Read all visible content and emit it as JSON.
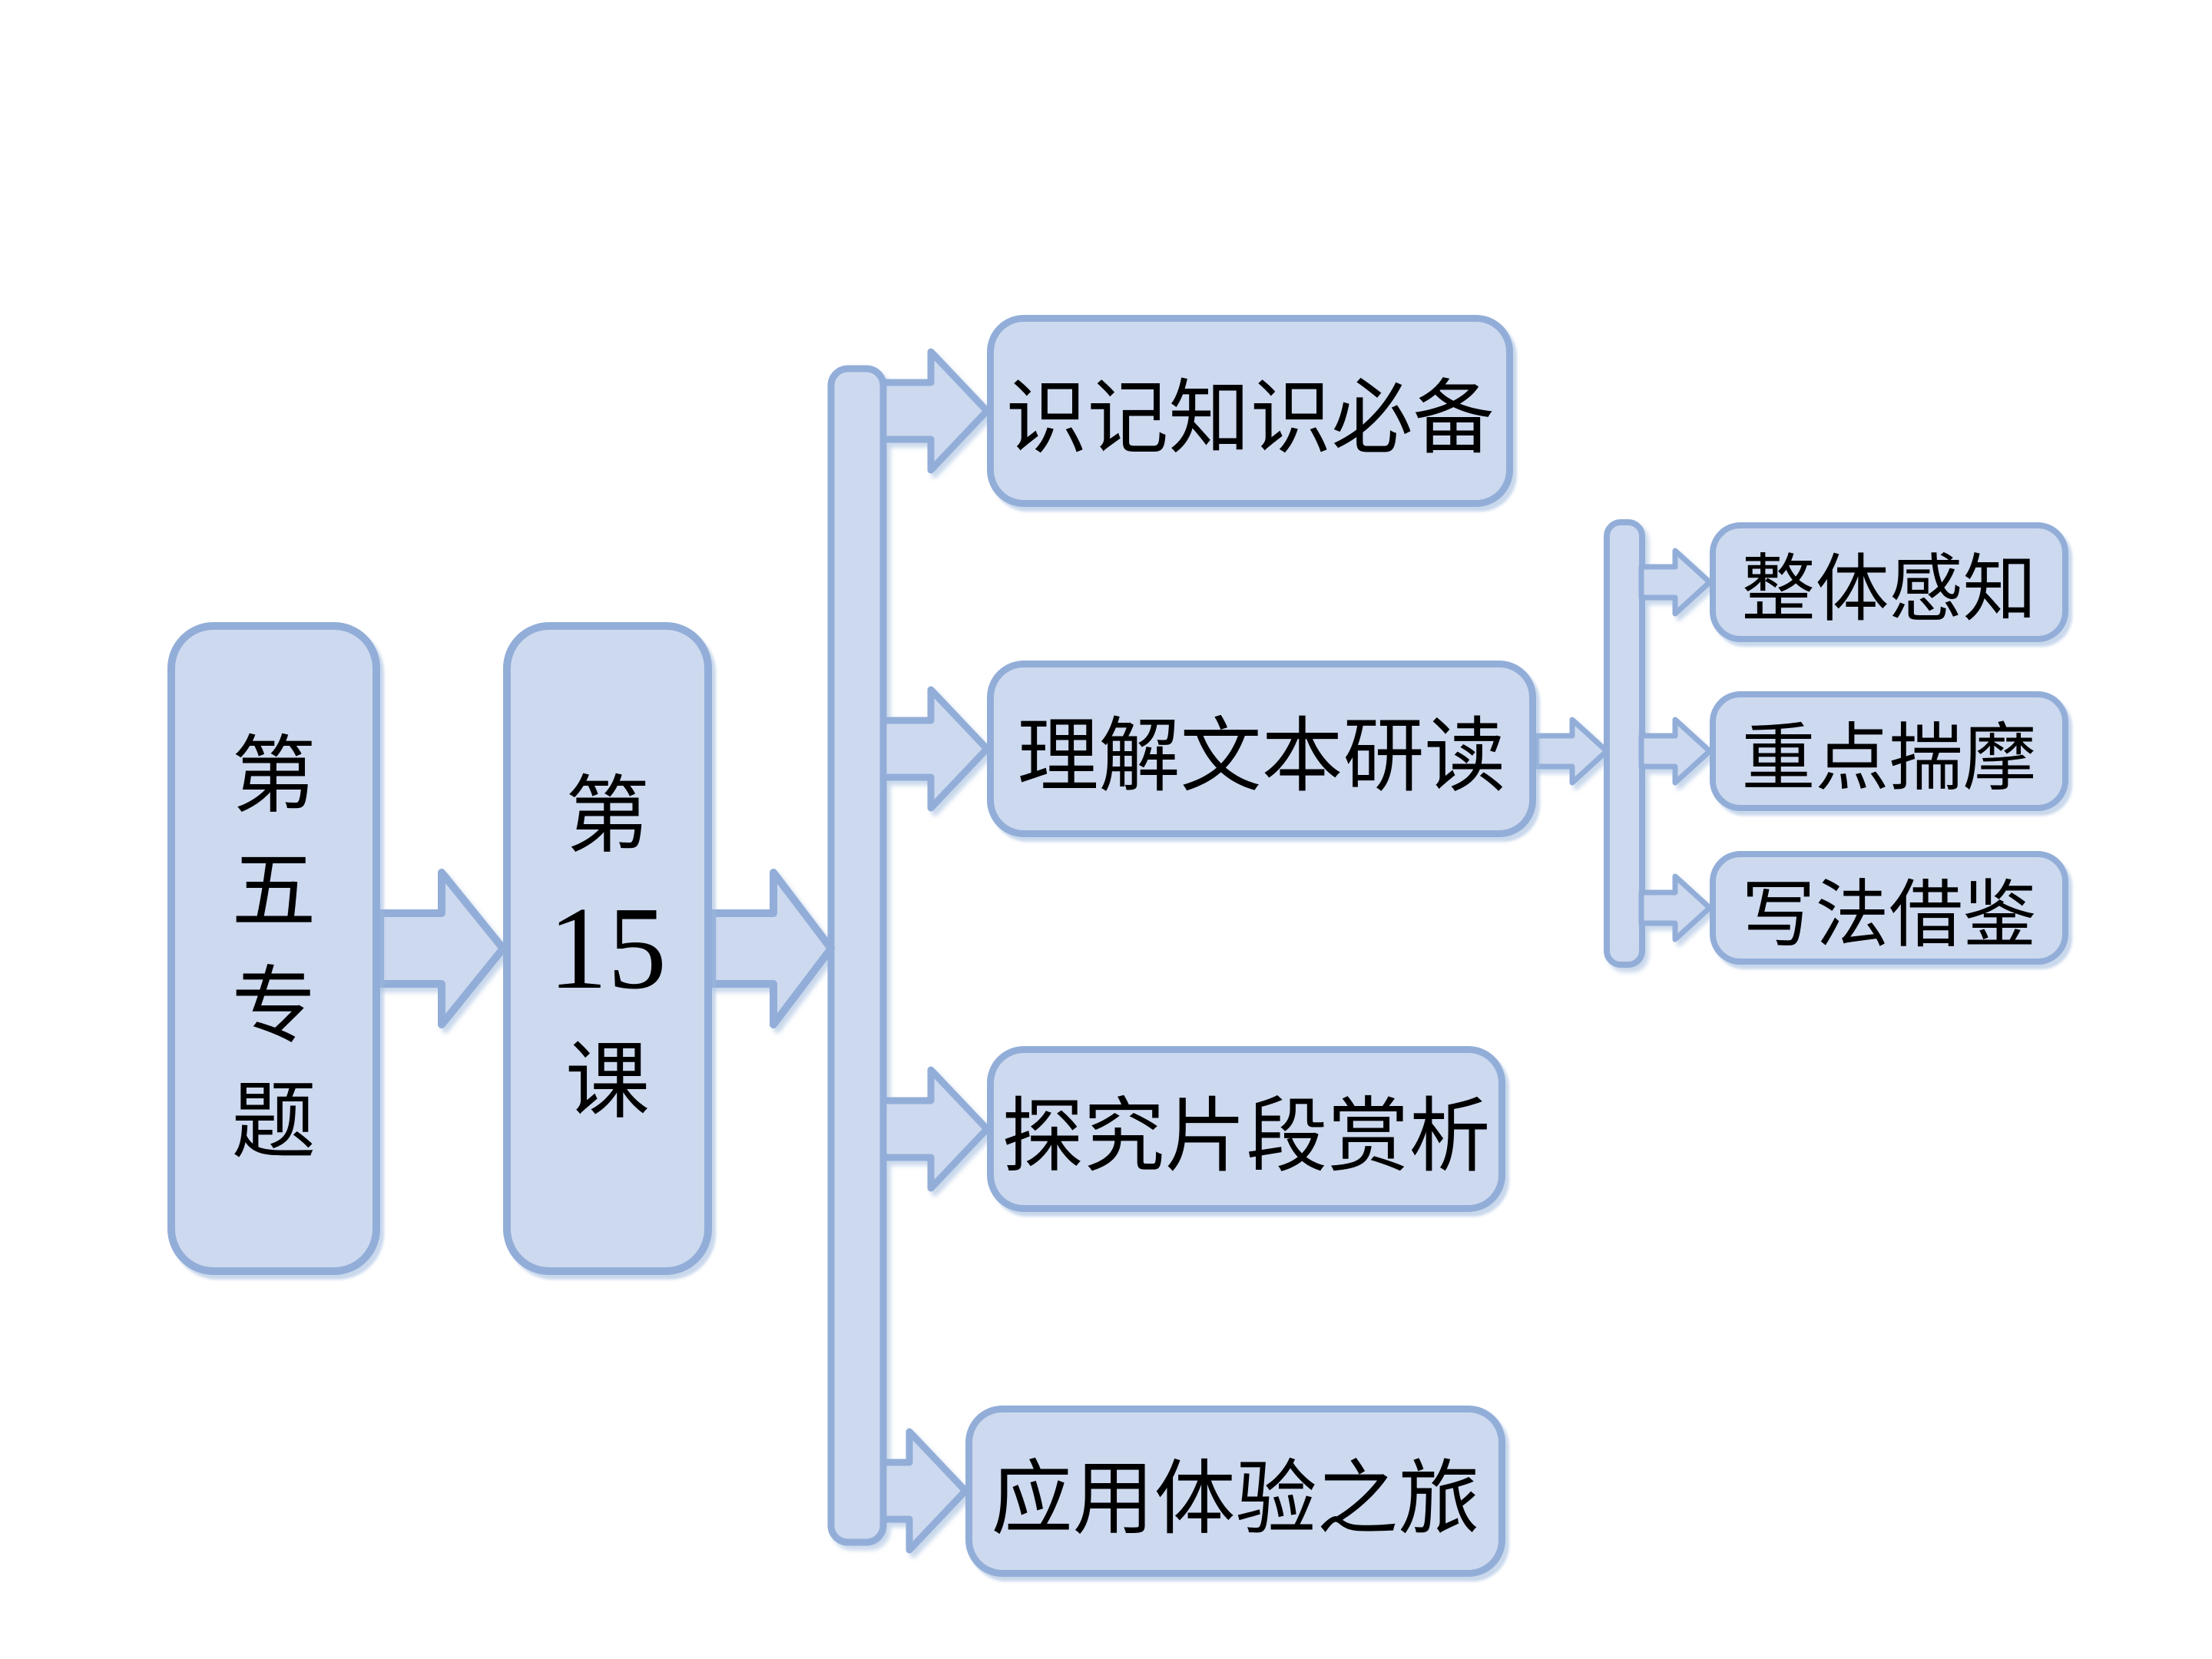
{
  "diagram": {
    "background": "#ffffff",
    "colors": {
      "shape_fill": "#cdd9ef",
      "shape_border": "#92aed8",
      "text": "#000000"
    },
    "topic_box": {
      "label": "第五专题",
      "line1": "第",
      "line2": "五",
      "line3": "专",
      "line4": "题"
    },
    "lesson_box": {
      "label": "第15课",
      "line1": "第",
      "line2": "15",
      "line3": "课"
    },
    "sections": [
      {
        "label": "识记知识必备"
      },
      {
        "label": "理解文本研读"
      },
      {
        "label": "探究片段赏析"
      },
      {
        "label": "应用体验之旅"
      }
    ],
    "subsections": [
      {
        "label": "整体感知"
      },
      {
        "label": "重点揣摩"
      },
      {
        "label": "写法借鉴"
      }
    ]
  }
}
